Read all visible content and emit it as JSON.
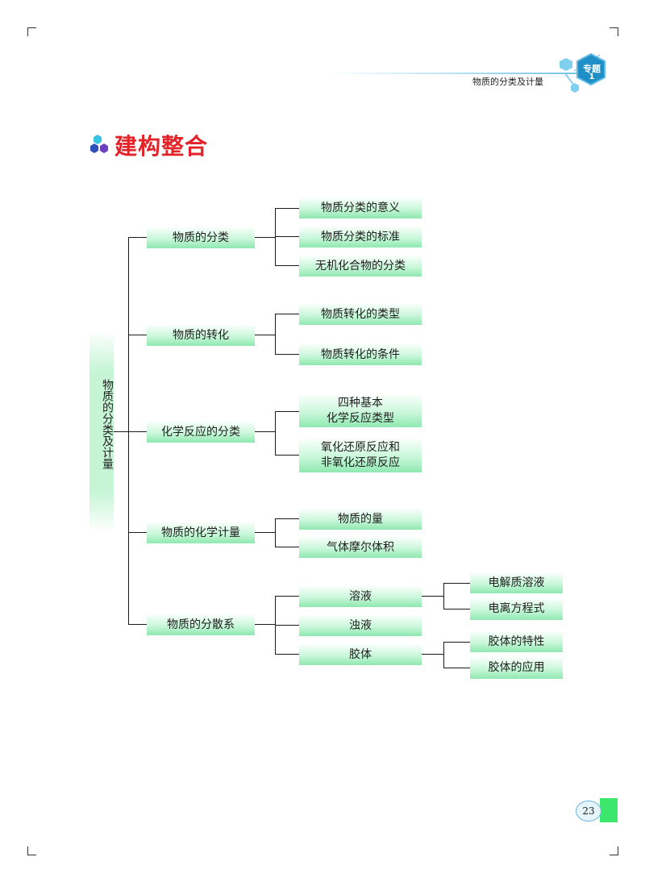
{
  "header": {
    "chapter_label": "物质的分类及计量",
    "badge_line1": "专题",
    "badge_line2": "1",
    "badge_icon": "hexagon-molecule-icon",
    "accent_color": "#1f8fc7"
  },
  "section": {
    "title": "建构整合",
    "icon": "hexagon-cluster-icon",
    "title_color": "#e2232a"
  },
  "diagram": {
    "root": "物质的分类及计量",
    "branches": [
      {
        "label": "物质的分类",
        "children": [
          {
            "label": "物质分类的意义"
          },
          {
            "label": "物质分类的标准"
          },
          {
            "label": "无机化合物的分类"
          }
        ]
      },
      {
        "label": "物质的转化",
        "children": [
          {
            "label": "物质转化的类型"
          },
          {
            "label": "物质转化的条件"
          }
        ]
      },
      {
        "label": "化学反应的分类",
        "children": [
          {
            "label": "四种基本\n化学反应类型"
          },
          {
            "label": "氧化还原反应和\n非氧化还原反应"
          }
        ]
      },
      {
        "label": "物质的化学计量",
        "children": [
          {
            "label": "物质的量"
          },
          {
            "label": "气体摩尔体积"
          }
        ]
      },
      {
        "label": "物质的分散系",
        "children": [
          {
            "label": "溶液",
            "children": [
              {
                "label": "电解质溶液"
              },
              {
                "label": "电离方程式"
              }
            ]
          },
          {
            "label": "浊液"
          },
          {
            "label": "胶体",
            "children": [
              {
                "label": "胶体的特性"
              },
              {
                "label": "胶体的应用"
              }
            ]
          }
        ]
      }
    ]
  },
  "footer": {
    "page_number": "23",
    "tab_color": "#3ce86c"
  }
}
